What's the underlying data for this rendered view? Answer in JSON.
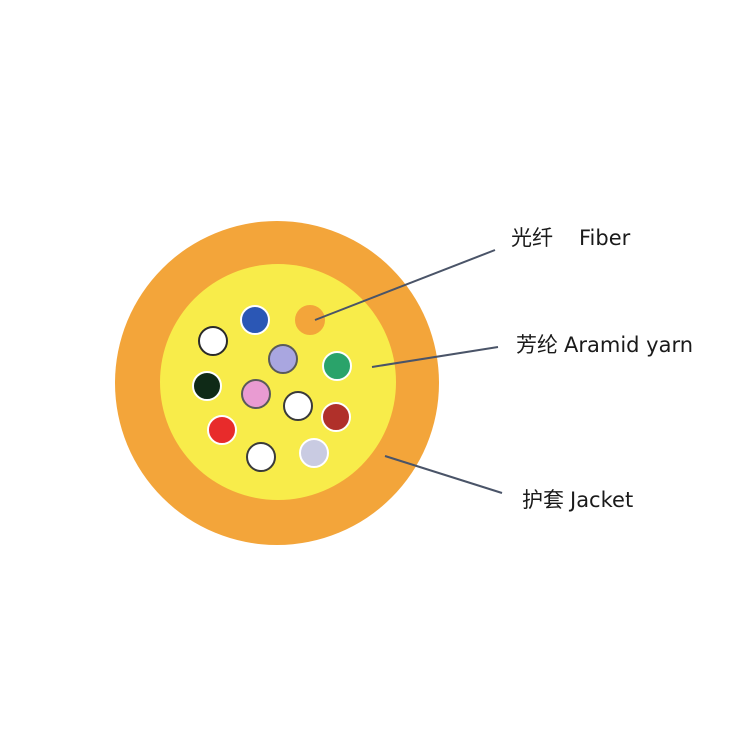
{
  "colors": {
    "background": "#ffffff",
    "jacket": "#f3a53a",
    "aramid_yarn": "#f8ec4a",
    "leader_line": "#4a5468",
    "label_text": "#1a1a1a"
  },
  "fibers": [
    {
      "color": "#2b57b5",
      "ring": "#ffffff"
    },
    {
      "color": "#f3a53a",
      "ring": "#f3a53a"
    },
    {
      "color": "#ffffff",
      "ring": "#2a2a2a"
    },
    {
      "color": "#a9a6e0",
      "ring": "#5a5a5a"
    },
    {
      "color": "#2aa36a",
      "ring": "#ffffff"
    },
    {
      "color": "#0f2a17",
      "ring": "#ffffff"
    },
    {
      "color": "#e99bd2",
      "ring": "#5a5a5a"
    },
    {
      "color": "#ffffff",
      "ring": "#3a3a3a"
    },
    {
      "color": "#b0302a",
      "ring": "#ffffff"
    },
    {
      "color": "#e82b2b",
      "ring": "#ffffff"
    },
    {
      "color": "#ffffff",
      "ring": "#3a3a3a"
    },
    {
      "color": "#c9cbe2",
      "ring": "#ffffff"
    }
  ],
  "labels": {
    "fiber": {
      "cn": "光纤",
      "en": "Fiber"
    },
    "aramid_yarn": {
      "cn": "芳纶",
      "en": "Aramid yarn"
    },
    "jacket": {
      "cn": "护套",
      "en": "Jacket"
    }
  }
}
